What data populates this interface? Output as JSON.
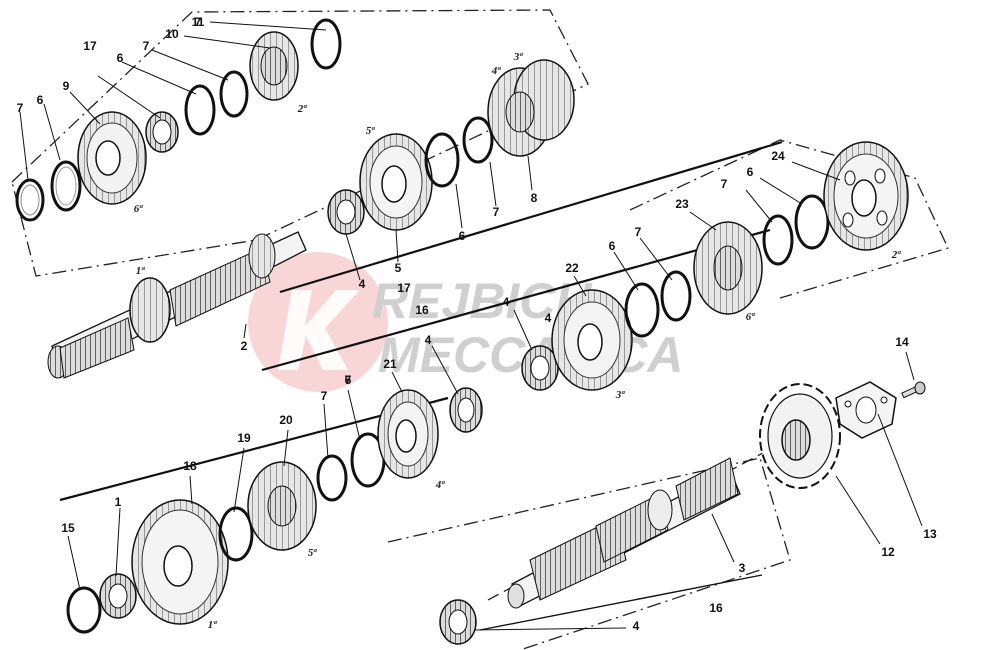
{
  "watermark": {
    "line1": "REJBICH",
    "line2": "MECCANICA",
    "accent": "#f3b3b7"
  },
  "colors": {
    "ink": "#1a1a1a",
    "tooth": "#c9c9c9",
    "body": "#ececec"
  },
  "callouts": [
    "1",
    "2",
    "3",
    "4",
    "4",
    "4",
    "4",
    "4",
    "5",
    "6",
    "6",
    "6",
    "6",
    "6",
    "6",
    "7",
    "7",
    "7",
    "7",
    "7",
    "7",
    "7",
    "7",
    "8",
    "9",
    "10",
    "11",
    "12",
    "13",
    "14",
    "15",
    "16",
    "16",
    "17",
    "17",
    "18",
    "19",
    "20",
    "21",
    "22",
    "23",
    "24"
  ],
  "gear_marks": [
    "1ª",
    "1ª",
    "2ª",
    "2ª",
    "3ª",
    "3ª",
    "4ª",
    "4ª",
    "5ª",
    "5ª",
    "6ª",
    "6ª"
  ]
}
